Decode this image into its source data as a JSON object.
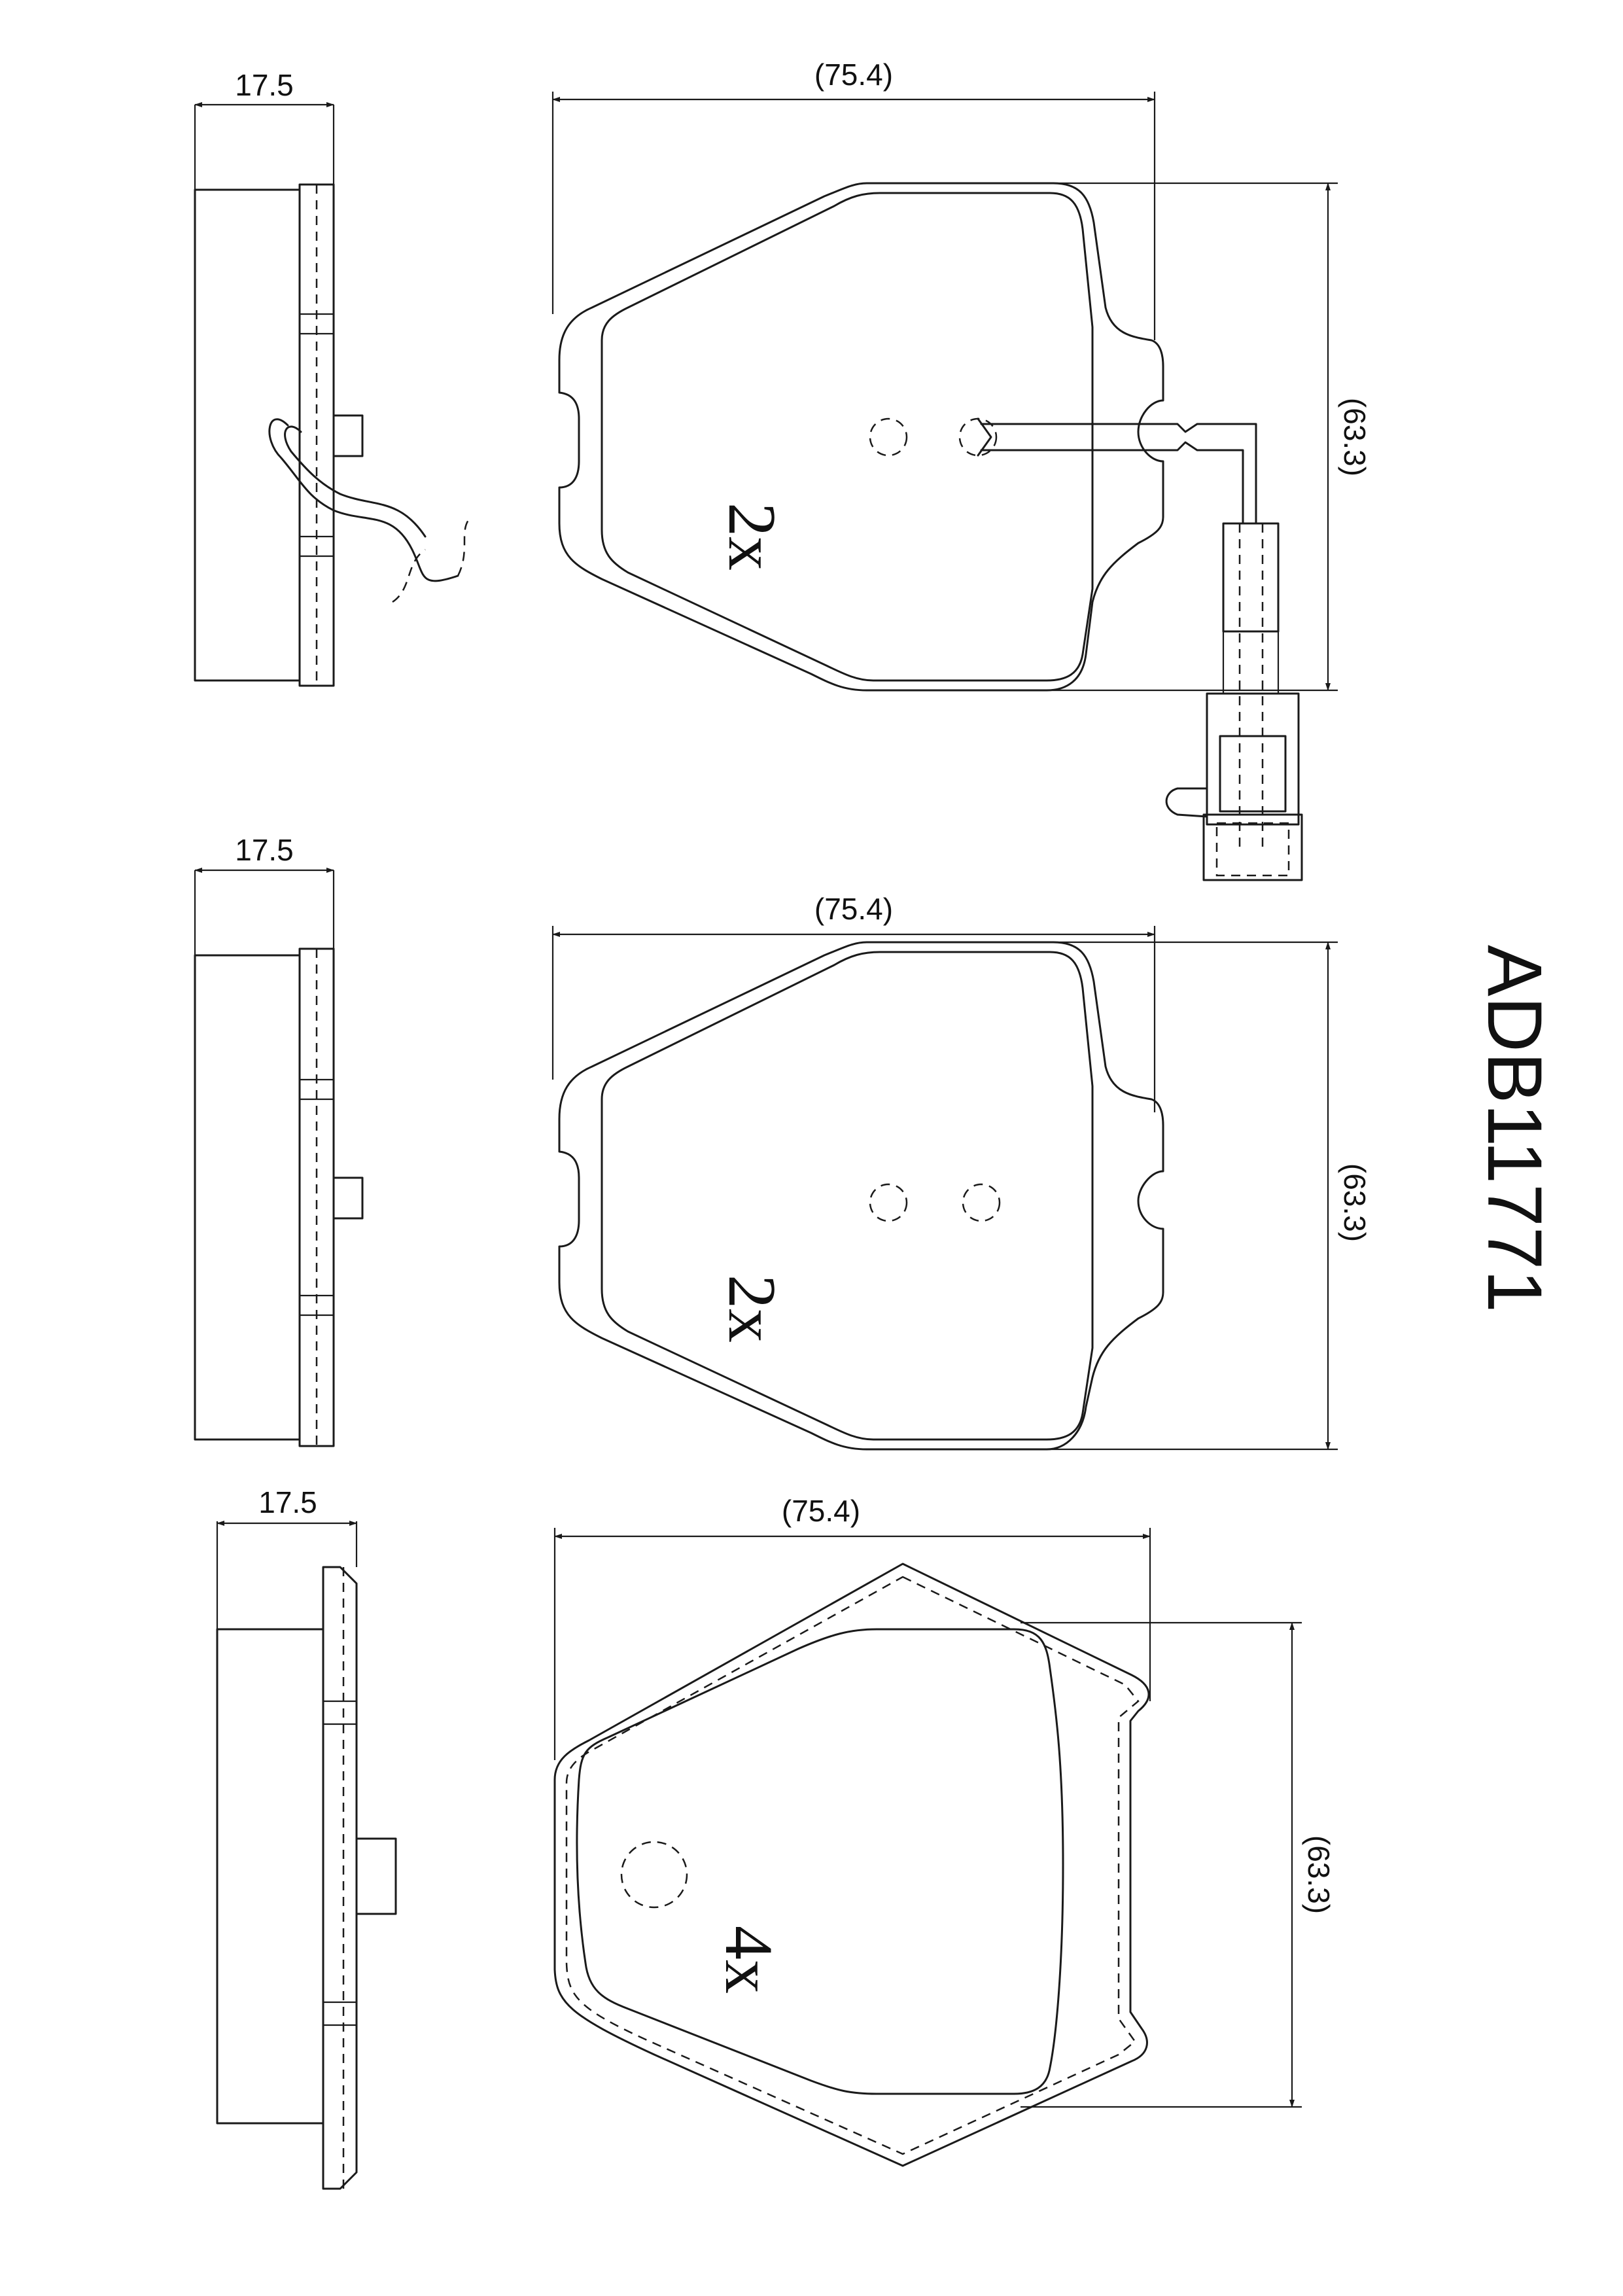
{
  "part_number": "ADB11771",
  "pads": [
    {
      "thickness": "17.5",
      "width": "(75.4)",
      "height": "(63.3)",
      "quantity": "2x",
      "has_wear_sensor": true
    },
    {
      "thickness": "17.5",
      "width": "(75.4)",
      "height": "(63.3)",
      "quantity": "2x",
      "has_wear_sensor": false
    },
    {
      "thickness": "17.5",
      "width": "(75.4)",
      "height": "(63.3)",
      "quantity": "4x",
      "has_wear_sensor": false
    }
  ]
}
